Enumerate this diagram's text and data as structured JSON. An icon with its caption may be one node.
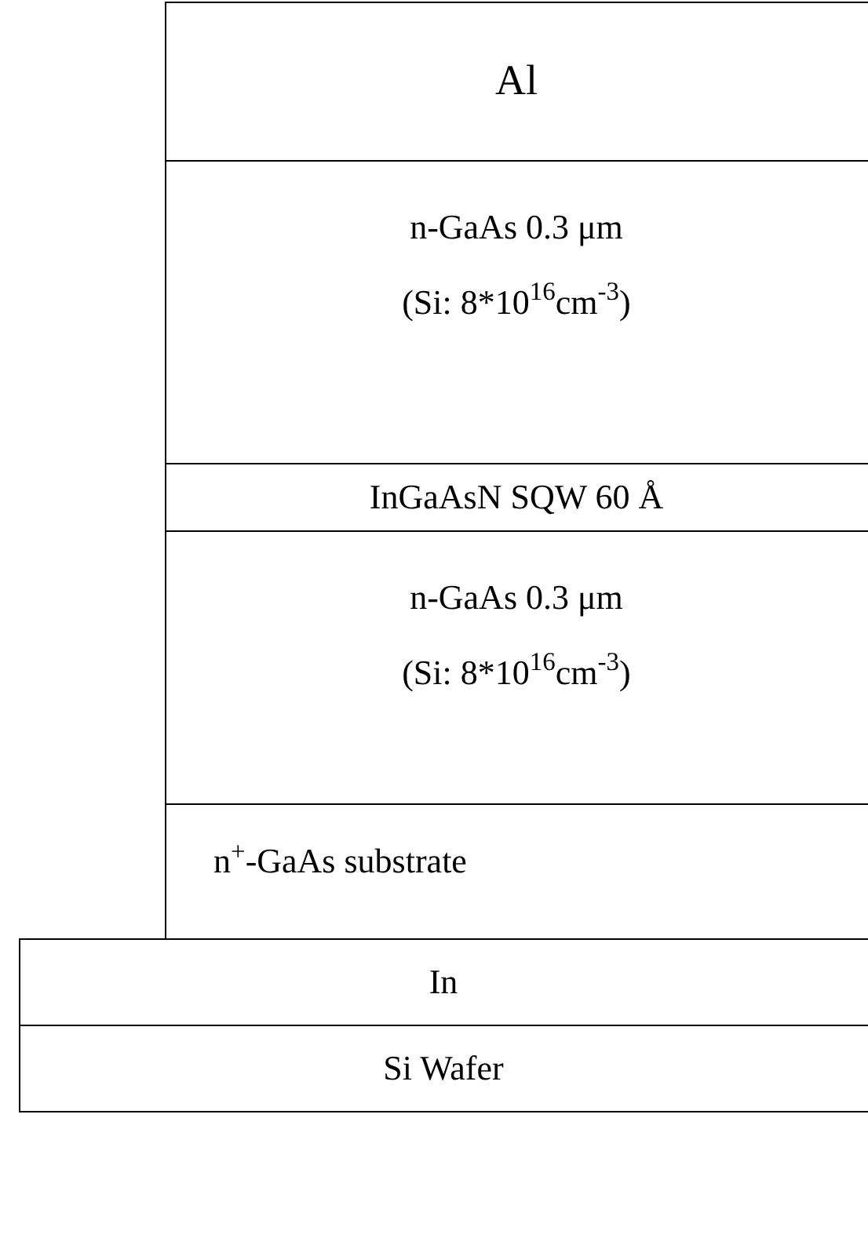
{
  "diagram": {
    "nodes": [
      {
        "text": [
          "Al"
        ]
      },
      {
        "text": [
          "n-GaAs 0.3 μm",
          "(Si: 8*10$^{16}$cm$^{-3}$)"
        ]
      },
      {
        "text": [
          "InGaAsN SQW 60 Å"
        ]
      },
      {
        "text": [
          "n-GaAs 0.3 μm",
          "(Si: 8*10$^{16}$cm$^{-3}$)"
        ]
      },
      {
        "text": [
          "n$^{+}$-GaAs substrate"
        ]
      },
      {
        "text": [
          "In"
        ]
      },
      {
        "text": [
          "Si Wafer"
        ]
      }
    ]
  }
}
